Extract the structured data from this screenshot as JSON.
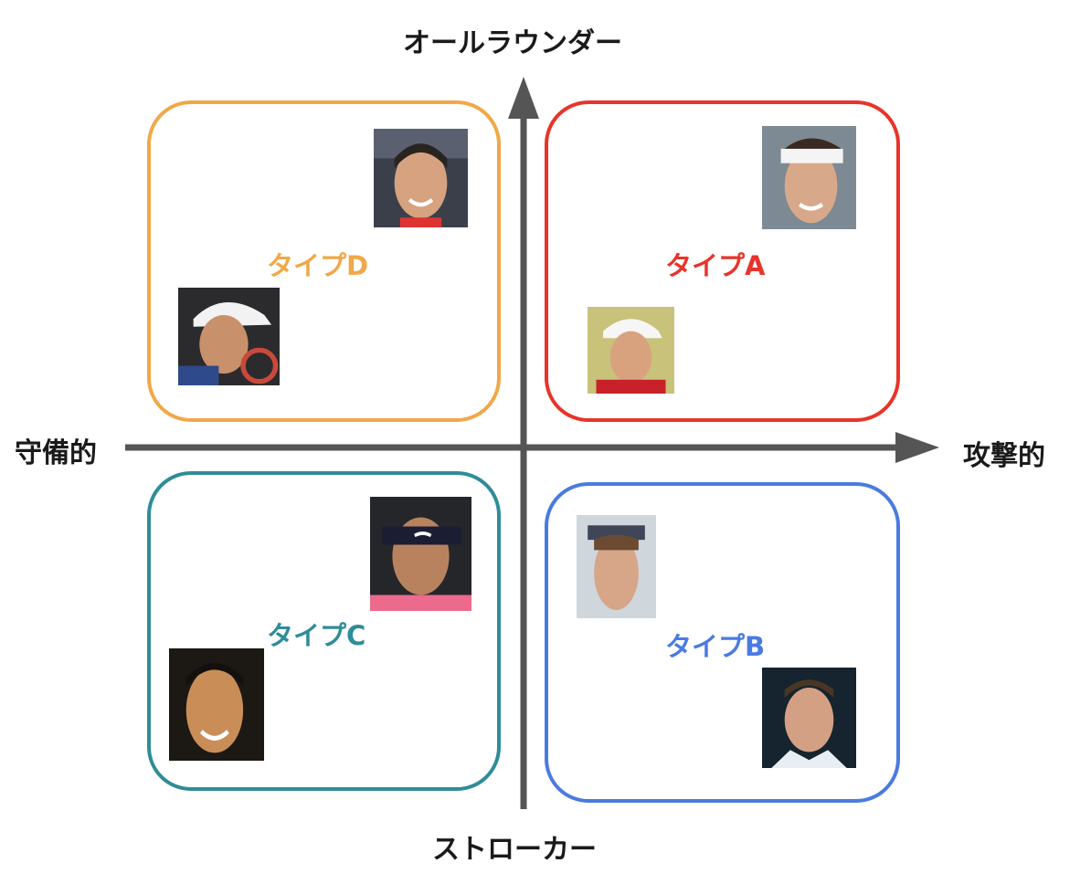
{
  "axes": {
    "top": "オールラウンダー",
    "bottom": "ストローカー",
    "left": "守備的",
    "right": "攻撃的"
  },
  "quadrants": {
    "a": {
      "label": "タイプA",
      "color": "#e8342a"
    },
    "b": {
      "label": "タイプB",
      "color": "#4a7be0"
    },
    "c": {
      "label": "タイプC",
      "color": "#2f8c99"
    },
    "d": {
      "label": "タイプD",
      "color": "#f0a848"
    }
  },
  "colors": {
    "axis": "#555555",
    "text": "#1a1a1a"
  }
}
